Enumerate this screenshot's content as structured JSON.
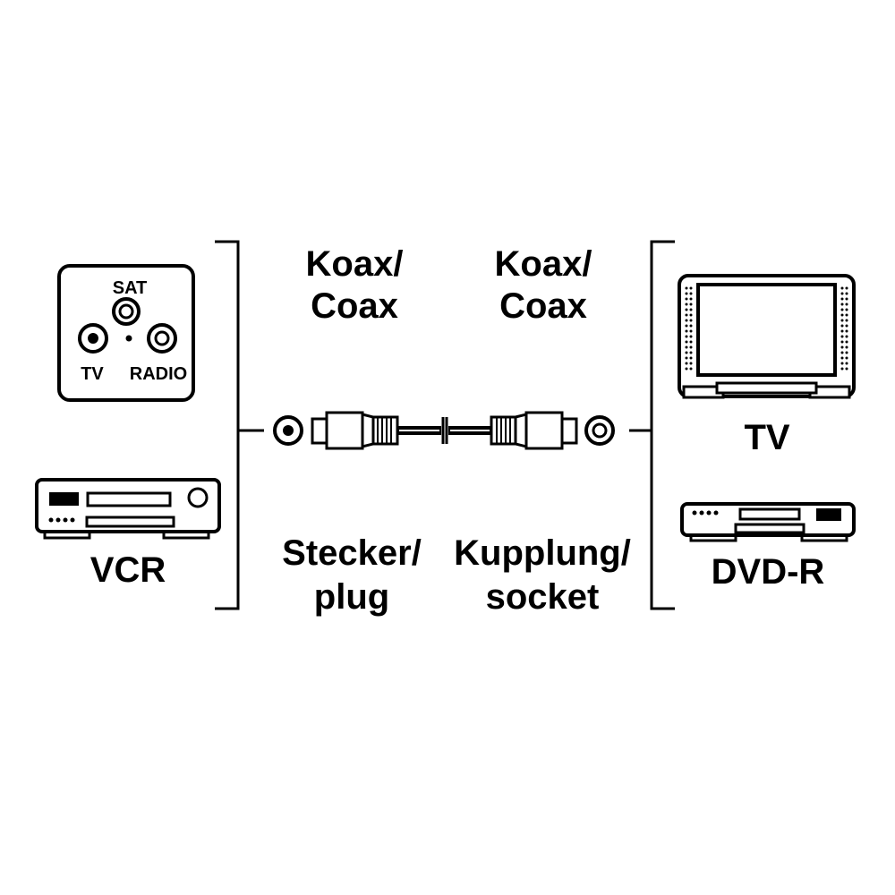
{
  "wall_socket": {
    "sat": "SAT",
    "tv": "TV",
    "radio": "RADIO"
  },
  "devices_left": {
    "vcr": "VCR"
  },
  "devices_right": {
    "tv": "TV",
    "dvd": "DVD-R"
  },
  "cable": {
    "left_top_1": "Koax/",
    "left_top_2": "Coax",
    "right_top_1": "Koax/",
    "right_top_2": "Coax",
    "left_bottom_1": "Stecker/",
    "left_bottom_2": "plug",
    "right_bottom_1": "Kupplung/",
    "right_bottom_2": "socket"
  },
  "colors": {
    "ink": "#000000",
    "paper": "#ffffff"
  }
}
